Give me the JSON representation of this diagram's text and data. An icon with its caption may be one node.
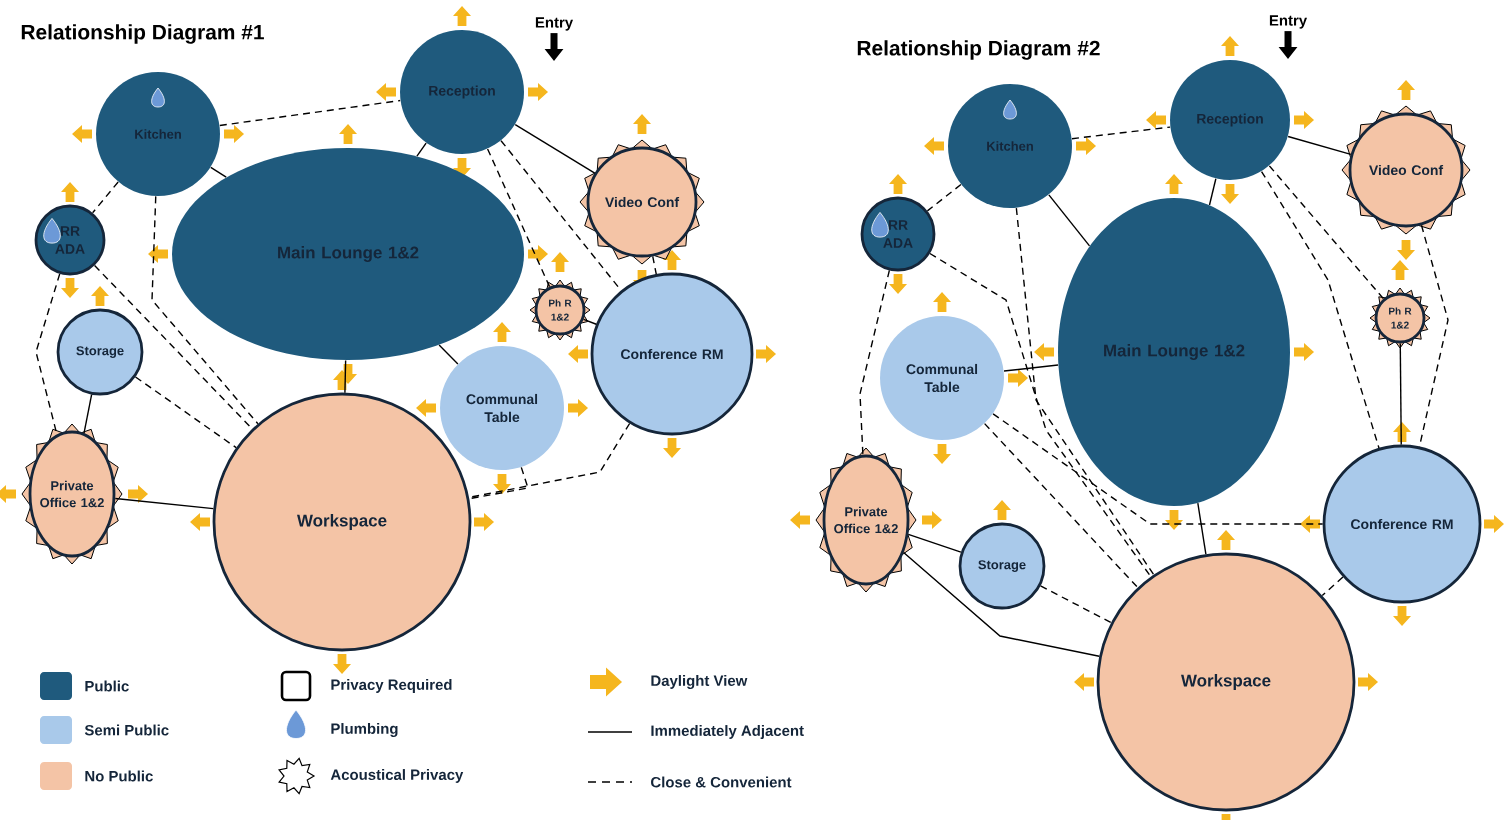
{
  "diagram": {
    "nodes": [
      {
        "text": [
          "Kitchen"
        ]
      },
      {
        "text": [
          "Reception"
        ]
      },
      {
        "text": [
          "Main Lounge 1&2"
        ]
      },
      {
        "text": [
          "RR ADA"
        ]
      },
      {
        "text": [
          "Video Conf"
        ]
      },
      {
        "text": [
          "Ph R 1&2"
        ]
      },
      {
        "text": [
          "Conference RM"
        ]
      },
      {
        "text": [
          "Storage"
        ]
      },
      {
        "text": [
          "Communal Table"
        ]
      },
      {
        "text": [
          "Private Office 1&2"
        ]
      },
      {
        "text": [
          "Workspace"
        ]
      },
      {
        "text": [
          "Kitchen"
        ]
      },
      {
        "text": [
          "Reception"
        ]
      },
      {
        "text": [
          "Main Lounge 1&2"
        ]
      },
      {
        "text": [
          "RR ADA"
        ]
      },
      {
        "text": [
          "Video Conf"
        ]
      },
      {
        "text": [
          "Ph R 1&2"
        ]
      },
      {
        "text": [
          "Communal Table"
        ]
      },
      {
        "text": [
          "Private Office 1&2"
        ]
      },
      {
        "text": [
          "Storage"
        ]
      },
      {
        "text": [
          "Conference RM"
        ]
      },
      {
        "text": [
          "Workspace"
        ]
      },
      {
        "text": [
          "Entry"
        ]
      },
      {
        "text": [
          "Entry"
        ]
      }
    ],
    "edges": [
      {
        "from": 0,
        "to": 1,
        "arrow": "none",
        "style": "dashed"
      },
      {
        "from": 1,
        "to": 2,
        "arrow": "none"
      },
      {
        "from": 0,
        "to": 2,
        "arrow": "none"
      },
      {
        "from": 1,
        "to": 4,
        "arrow": "none"
      },
      {
        "from": 1,
        "to": 5,
        "arrow": "none",
        "style": "dashed"
      },
      {
        "from": 1,
        "to": 6,
        "arrow": "none",
        "style": "dashed"
      },
      {
        "from": 4,
        "to": 6,
        "arrow": "none",
        "style": "dashed"
      },
      {
        "from": 5,
        "to": 6,
        "arrow": "none"
      },
      {
        "from": 2,
        "to": 8,
        "arrow": "none"
      },
      {
        "from": 2,
        "to": 10,
        "arrow": "none"
      },
      {
        "from": 0,
        "to": 3,
        "arrow": "none",
        "style": "dashed"
      },
      {
        "from": 0,
        "to": 10,
        "arrow": "none",
        "style": "dashed"
      },
      {
        "from": 3,
        "to": 10,
        "arrow": "none",
        "style": "dashed"
      },
      {
        "from": 3,
        "to": 9,
        "arrow": "none",
        "style": "dashed"
      },
      {
        "from": 7,
        "to": 10,
        "arrow": "none",
        "style": "dashed"
      },
      {
        "from": 7,
        "to": 9,
        "arrow": "none"
      },
      {
        "from": 9,
        "to": 10,
        "arrow": "none"
      },
      {
        "from": 8,
        "to": 10,
        "arrow": "none",
        "style": "dashed"
      },
      {
        "from": 6,
        "to": 10,
        "arrow": "none",
        "style": "dashed"
      },
      {
        "from": 11,
        "to": 12,
        "arrow": "none",
        "style": "dashed"
      },
      {
        "from": 11,
        "to": 13,
        "arrow": "none"
      },
      {
        "from": 12,
        "to": 13,
        "arrow": "none"
      },
      {
        "from": 12,
        "to": 15,
        "arrow": "none"
      },
      {
        "from": 12,
        "to": 16,
        "arrow": "none",
        "style": "dashed"
      },
      {
        "from": 12,
        "to": 20,
        "arrow": "none",
        "style": "dashed"
      },
      {
        "from": 15,
        "to": 20,
        "arrow": "none",
        "style": "dashed"
      },
      {
        "from": 16,
        "to": 20,
        "arrow": "none"
      },
      {
        "from": 11,
        "to": 14,
        "arrow": "none",
        "style": "dashed"
      },
      {
        "from": 11,
        "to": 21,
        "arrow": "none",
        "style": "dashed"
      },
      {
        "from": 14,
        "to": 21,
        "arrow": "none",
        "style": "dashed"
      },
      {
        "from": 14,
        "to": 18,
        "arrow": "none",
        "style": "dashed"
      },
      {
        "from": 13,
        "to": 17,
        "arrow": "none"
      },
      {
        "from": 17,
        "to": 21,
        "arrow": "none",
        "style": "dashed"
      },
      {
        "from": 17,
        "to": 20,
        "arrow": "none",
        "style": "dashed"
      },
      {
        "from": 13,
        "to": 21,
        "arrow": "none"
      },
      {
        "from": 18,
        "to": 19,
        "arrow": "none"
      },
      {
        "from": 18,
        "to": 21,
        "arrow": "none"
      },
      {
        "from": 19,
        "to": 21,
        "arrow": "none",
        "style": "dashed"
      },
      {
        "from": 20,
        "to": 21,
        "arrow": "none",
        "style": "dashed"
      },
      {
        "from": 22,
        "to": null,
        "arrow": "to",
        "style": "thick"
      },
      {
        "from": 23,
        "to": null,
        "arrow": "to",
        "style": "thick"
      }
    ],
    "labels": [
      "Relationship Diagram #1",
      "Relationship Diagram #2"
    ],
    "legend": [
      {
        "text": "Public",
        "color": "#1f5a7d"
      },
      {
        "text": "Semi Public",
        "color": "#a9c9ea"
      },
      {
        "text": "No Public",
        "color": "#f4c4a6"
      },
      {
        "text": "Privacy Required"
      },
      {
        "text": "Plumbing"
      },
      {
        "text": "Acoustical Privacy"
      },
      {
        "text": "Daylight View"
      },
      {
        "text": "Immediately Adjacent"
      },
      {
        "text": "Close & Convenient"
      }
    ]
  }
}
